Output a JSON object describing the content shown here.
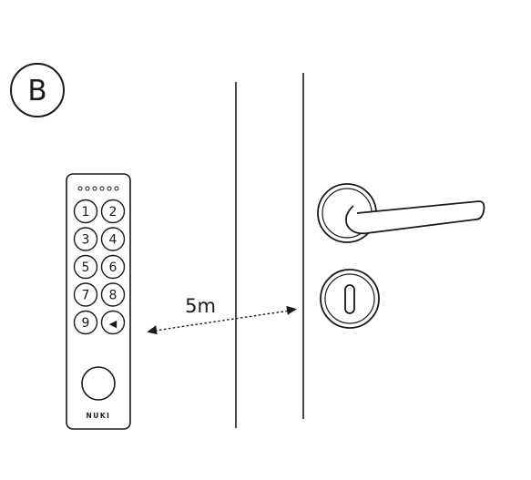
{
  "step_badge": {
    "letter": "B"
  },
  "keypad": {
    "keys": [
      "1",
      "2",
      "3",
      "4",
      "5",
      "6",
      "7",
      "8",
      "9",
      "◀"
    ],
    "brand": "NUKI",
    "indicator_dot_count": 6
  },
  "distance_label": "5m"
}
